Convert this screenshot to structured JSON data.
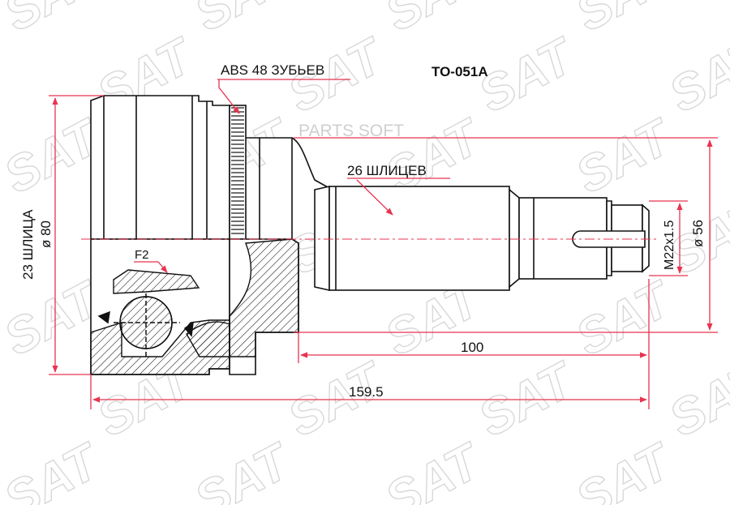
{
  "part_number": "TO-051A",
  "abs_label": "ABS 48 ЗУБЬЕВ",
  "splines_shaft_label": "26 ШЛИЦЕВ",
  "splines_hub_label": "23 ШЛИЦА",
  "outer_diameter_label": "ø 80",
  "section_label": "F2",
  "thread_label": "M22x1.5",
  "seal_diameter_label": "ø 56",
  "shaft_length_label": "100",
  "total_length_label": "159.5",
  "watermark_text": "PARTS SOFT",
  "background_watermark": "SAT",
  "colors": {
    "dimension_line": "#e8334f",
    "outline": "#111111",
    "watermark": "#d8d8d8"
  }
}
